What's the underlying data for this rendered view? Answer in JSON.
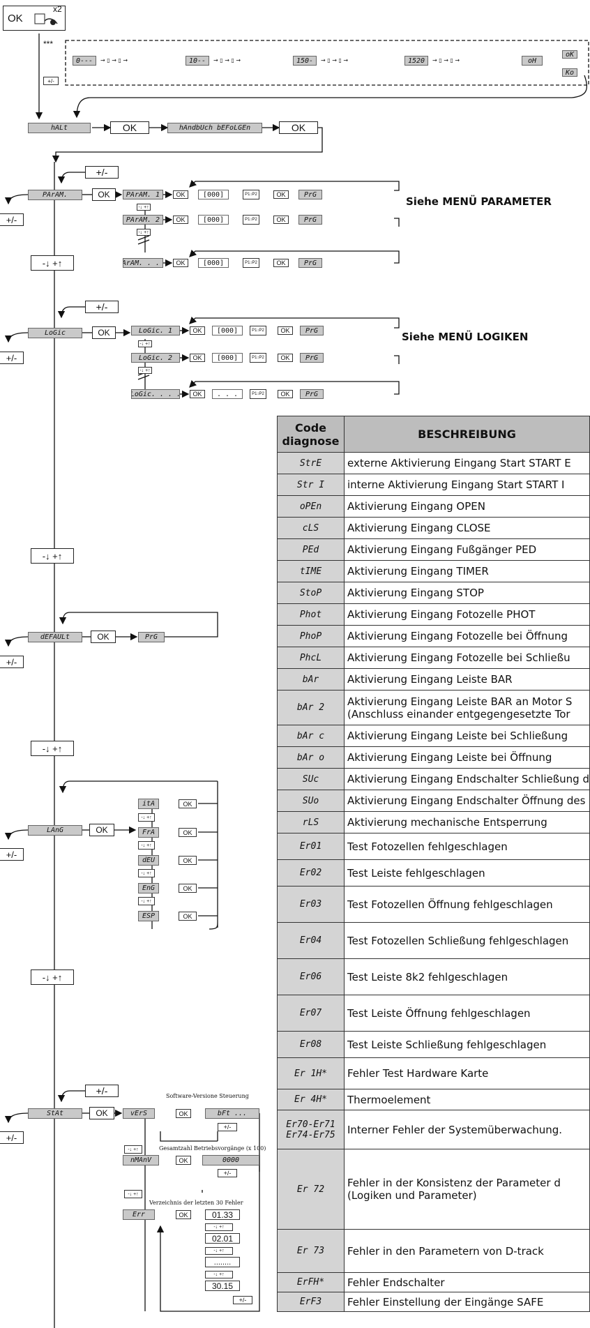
{
  "header": {
    "ok": "OK",
    "x2": "x2",
    "stars": "***",
    "plusminus": "+/-"
  },
  "topchain": {
    "cells": [
      "0---",
      "10--",
      "150-",
      "1520",
      "oH"
    ],
    "oK": "oK",
    "Ko": "Ko"
  },
  "halt": {
    "code": "hALt",
    "ok1": "OK",
    "follow": "hAndbUch bEFoLGEn",
    "ok2": "OK"
  },
  "pm": "+/-",
  "mp": "-↓ +↑",
  "param": {
    "main": "PArAM.",
    "ok": "OK",
    "items": [
      "PArAM. 1",
      "PArAM. 2",
      "PArAM. . . ."
    ],
    "val": "[000]",
    "prg": "PrG",
    "note": "Siehe MENÜ PARAMETER"
  },
  "logic": {
    "main": "LoGic",
    "ok": "OK",
    "items": [
      "LoGic. 1",
      "LoGic. 2",
      "LoGic. . . ."
    ],
    "vals": [
      "[000]",
      "[000]",
      "[ . . . ]"
    ],
    "prg": "PrG",
    "note": "Siehe MENÜ LOGIKEN"
  },
  "default": {
    "main": "dEFAULt",
    "ok": "OK",
    "prg": "PrG"
  },
  "lang": {
    "main": "LAnG",
    "ok": "OK",
    "items": [
      "itA",
      "FrA",
      "dEU",
      "EnG",
      "ESP"
    ]
  },
  "stat": {
    "main": "StAt",
    "ok": "OK",
    "vers": "vErS",
    "bft": "bFt  ...",
    "vers_caption": "Software-Versione Steuerung",
    "nmanv": "nMAnV",
    "count": "0000",
    "count_caption": "Gesamtzahl Betriebsvorgänge (x 100)",
    "err": "Err",
    "err_caption": "Verzeichnis der letzten 30 Fehler",
    "err_list": [
      "01.33",
      "02.01",
      "........",
      "30.15"
    ]
  },
  "table": {
    "head_code": "Code diagnose",
    "head_desc": "BESCHREIBUNG",
    "rows": [
      {
        "code": "StrE",
        "desc": "externe Aktivierung Eingang Start START E"
      },
      {
        "code": "Str I",
        "desc": "interne Aktivierung Eingang Start START I"
      },
      {
        "code": "oPEn",
        "desc": "Aktivierung Eingang OPEN"
      },
      {
        "code": "cLS",
        "desc": "Aktivierung Eingang CLOSE"
      },
      {
        "code": "PEd",
        "desc": "Aktivierung Eingang Fußgänger PED"
      },
      {
        "code": "tIME",
        "desc": "Aktivierung Eingang TIMER"
      },
      {
        "code": "StoP",
        "desc": "Aktivierung Eingang STOP"
      },
      {
        "code": "Phot",
        "desc": "Aktivierung Eingang Fotozelle PHOT"
      },
      {
        "code": "PhoP",
        "desc": "Aktivierung Eingang Fotozelle bei Öffnung"
      },
      {
        "code": "PhcL",
        "desc": "Aktivierung Eingang Fotozelle bei Schließu"
      },
      {
        "code": "bAr",
        "desc": "Aktivierung Eingang Leiste BAR"
      },
      {
        "code": "bAr 2",
        "desc": "Aktivierung Eingang Leiste BAR an Motor S",
        "desc2": "(Anschluss einander entgegengesetzte Tor"
      },
      {
        "code": "bAr c",
        "desc": "Aktivierung Eingang Leiste bei Schließung"
      },
      {
        "code": "bAr o",
        "desc": "Aktivierung Eingang Leiste bei Öffnung"
      },
      {
        "code": "SUc",
        "desc": "Aktivierung Eingang Endschalter Schließung d"
      },
      {
        "code": "SUo",
        "desc": "Aktivierung Eingang Endschalter Öffnung des"
      },
      {
        "code": "rLS",
        "desc": "Aktivierung mechanische Entsperrung"
      },
      {
        "code": "Er01",
        "desc": "Test Fotozellen fehlgeschlagen"
      },
      {
        "code": "Er02",
        "desc": "Test Leiste fehlgeschlagen"
      },
      {
        "code": "Er03",
        "desc": "Test Fotozellen Öffnung fehlgeschlagen"
      },
      {
        "code": "Er04",
        "desc": "Test Fotozellen Schließung fehlgeschlagen"
      },
      {
        "code": "Er06",
        "desc": "Test Leiste 8k2 fehlgeschlagen"
      },
      {
        "code": "Er07",
        "desc": "Test Leiste Öffnung fehlgeschlagen"
      },
      {
        "code": "Er08",
        "desc": "Test Leiste Schließung fehlgeschlagen"
      },
      {
        "code": "Er 1H*",
        "desc": "Fehler Test Hardware Karte"
      },
      {
        "code": "Er 4H*",
        "desc": "Thermoelement"
      },
      {
        "code": "Er70-Er71",
        "code2": "Er74-Er75",
        "desc": "Interner Fehler der Systemüberwachung."
      },
      {
        "code": "Er 72",
        "desc": "Fehler in der Konsistenz der Parameter d",
        "desc2": "(Logiken und Parameter)"
      },
      {
        "code": "Er 73",
        "desc": "Fehler in den Parametern von D-track"
      },
      {
        "code": "ErFH*",
        "desc": "Fehler Endschalter"
      },
      {
        "code": "ErF3",
        "desc": "Fehler Einstellung der Eingänge SAFE"
      }
    ]
  }
}
